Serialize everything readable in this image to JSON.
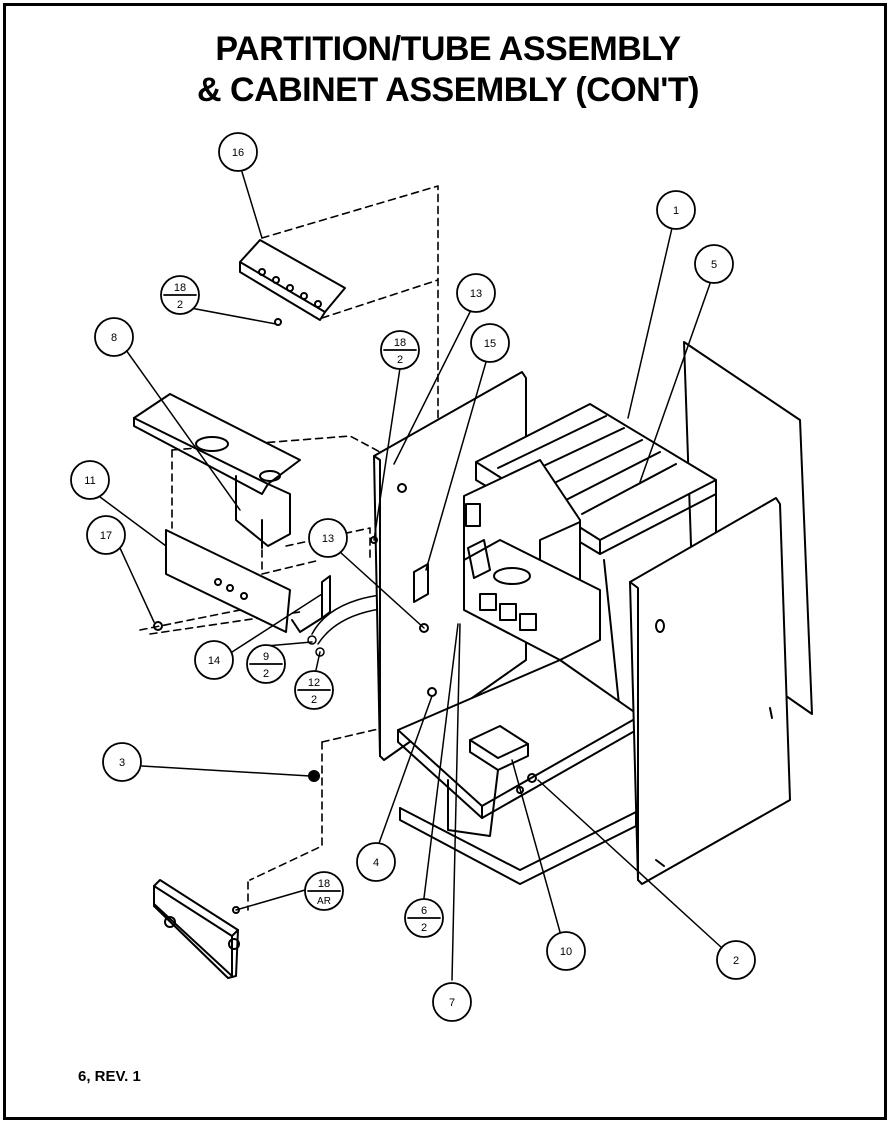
{
  "title_line1": "PARTITION/TUBE ASSEMBLY",
  "title_line2": "& CABINET ASSEMBLY (CON'T)",
  "footer": "6, REV. 1",
  "callouts": [
    {
      "id": "c16a",
      "top": "16"
    },
    {
      "id": "c18a",
      "top": "18",
      "bottom": "2"
    },
    {
      "id": "c8",
      "top": "8"
    },
    {
      "id": "c11",
      "top": "11"
    },
    {
      "id": "c17",
      "top": "17"
    },
    {
      "id": "c13a",
      "top": "13"
    },
    {
      "id": "c18b",
      "top": "18",
      "bottom": "2"
    },
    {
      "id": "c15",
      "top": "15"
    },
    {
      "id": "c1",
      "top": "1"
    },
    {
      "id": "c5",
      "top": "5"
    },
    {
      "id": "c13b",
      "top": "13"
    },
    {
      "id": "c14",
      "top": "14"
    },
    {
      "id": "c9",
      "top": "9",
      "bottom": "2"
    },
    {
      "id": "c12",
      "top": "12",
      "bottom": "2"
    },
    {
      "id": "c3",
      "top": "3"
    },
    {
      "id": "c4",
      "top": "4"
    },
    {
      "id": "c18c",
      "top": "18",
      "bottom": "AR"
    },
    {
      "id": "c6",
      "top": "6",
      "bottom": "2"
    },
    {
      "id": "c7",
      "top": "7"
    },
    {
      "id": "c10",
      "top": "10"
    },
    {
      "id": "c2",
      "top": "2"
    }
  ]
}
